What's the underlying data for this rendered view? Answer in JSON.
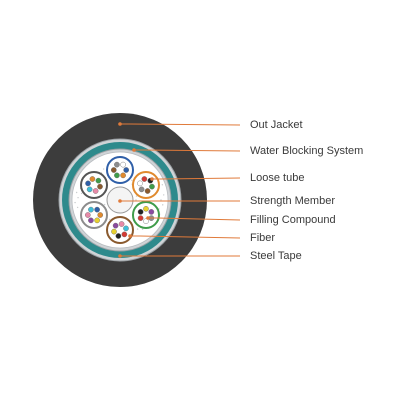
{
  "labels": {
    "out_jacket": "Out Jacket",
    "water_blocking_system": "Water Blocking System",
    "loose_tube": "Loose tube",
    "strength_member": "Strength Member",
    "filling_compound": "Filling Compound",
    "fiber": "Fiber",
    "steel_tape": "Steel Tape"
  },
  "colors": {
    "jacket": "#3c3c3c",
    "water_blocking": "#2e8a8c",
    "steel_tape": "#cfd3d6",
    "core_fill": "#ffffff",
    "tube_outline": "#555555",
    "leader_line": "#e07a3a",
    "leader_dot": "#e07a3a"
  },
  "fiber_colors": [
    "#2f5fa8",
    "#e08a2e",
    "#3f9c4a",
    "#8a5a2e",
    "#8c8c8c",
    "#ffffff",
    "#d43a34",
    "#222222",
    "#e8d12e",
    "#8a4aa0",
    "#e88aa8",
    "#3fbfd9"
  ]
}
